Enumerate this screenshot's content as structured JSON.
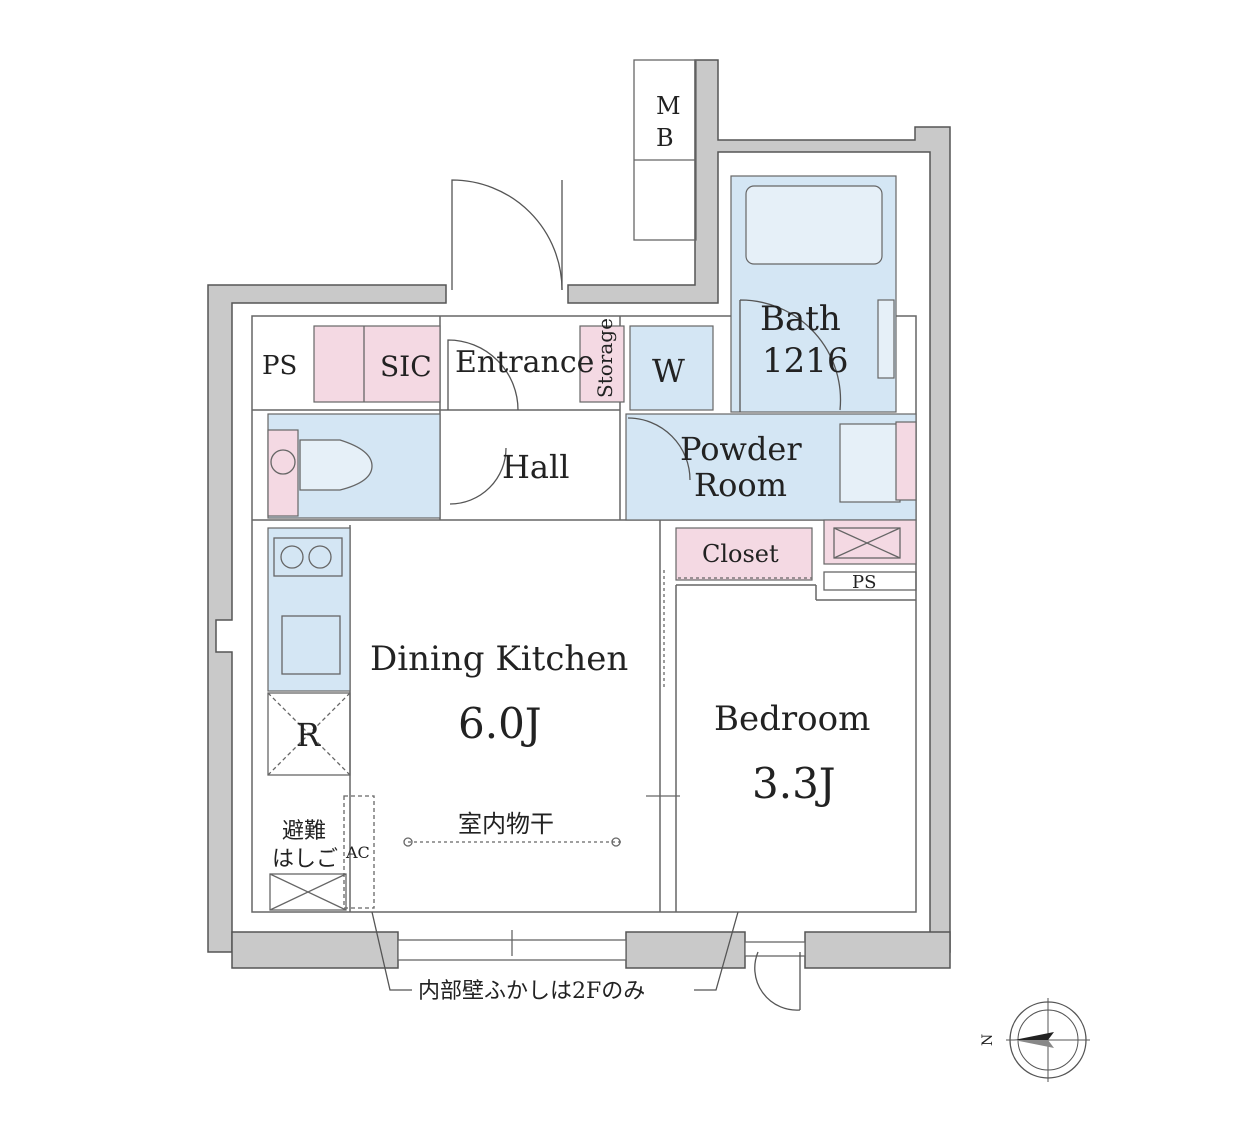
{
  "rooms": {
    "ps_top": "PS",
    "sic": "SIC",
    "entrance": "Entrance",
    "storage": "Storage",
    "washer": "W",
    "bath_name": "Bath",
    "bath_size": "1216",
    "mb_1": "M",
    "mb_2": "B",
    "hall": "Hall",
    "powder_1": "Powder",
    "powder_2": "Room",
    "closet": "Closet",
    "ps_small": "PS",
    "dining_name": "Dining Kitchen",
    "dining_size": "6.0J",
    "bedroom_name": "Bedroom",
    "bedroom_size": "3.3J",
    "fridge": "R",
    "ladder_1": "避難",
    "ladder_2": "はしご",
    "ac": "AC",
    "drying": "室内物干"
  },
  "note": "内部壁ふかしは2Fのみ",
  "compass": {
    "north": "N"
  },
  "colors": {
    "wall": "#c9c9c9",
    "wet_area": "#d4e6f4",
    "storage": "#f4d9e3",
    "line": "#555555"
  }
}
